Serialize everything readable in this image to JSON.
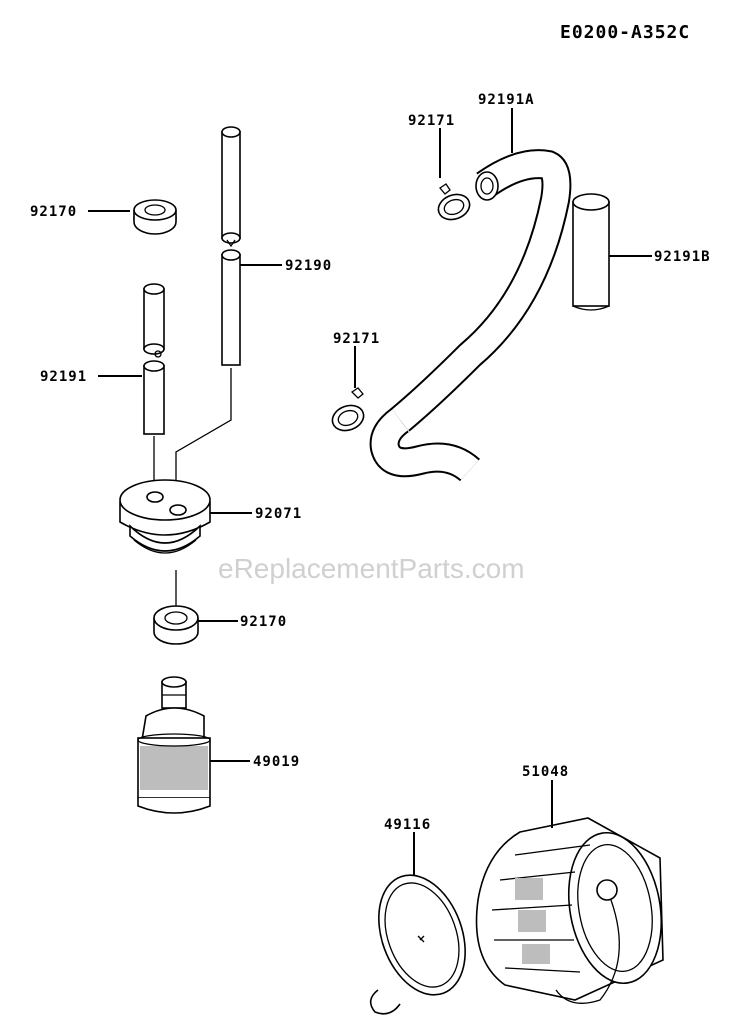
{
  "diagram_code": "E0200-A352C",
  "watermark": "eReplacementParts.com",
  "callouts": {
    "p92170_top": "92170",
    "p92190": "92190",
    "p92191": "92191",
    "p92071": "92071",
    "p92170_bottom": "92170",
    "p49019": "49019",
    "p92171_top": "92171",
    "p92191A": "92191A",
    "p92191B": "92191B",
    "p92171_mid": "92171",
    "p51048": "51048",
    "p49116": "49116"
  }
}
